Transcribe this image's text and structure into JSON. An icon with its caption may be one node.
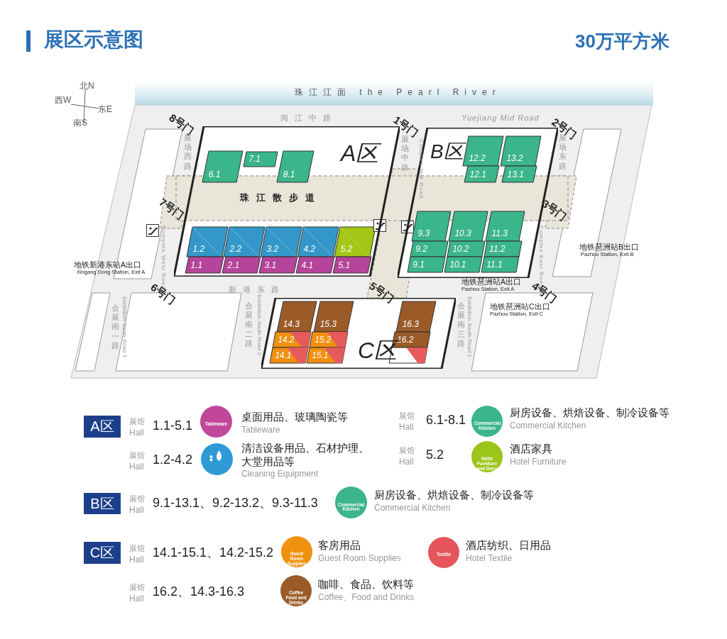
{
  "diagram": {
    "title": "展区示意图",
    "nodes": [
      {
        "text": [
          "珠江江面 the Pearl River"
        ]
      },
      {
        "text": [
          "A区"
        ]
      },
      {
        "text": [
          "6.1"
        ],
        "in": 1
      },
      {
        "text": [
          "7.1"
        ],
        "in": 1
      },
      {
        "text": [
          "8.1"
        ],
        "in": 1
      },
      {
        "text": [
          "B区"
        ]
      },
      {
        "text": [
          "12.2"
        ],
        "in": 5
      },
      {
        "text": [
          "13.2"
        ],
        "in": 5
      },
      {
        "text": [
          "12.1"
        ],
        "in": 5
      },
      {
        "text": [
          "13.1"
        ],
        "in": 5
      },
      {
        "text": [
          "珠江散步道"
        ]
      },
      {
        "text": [
          "1.2"
        ],
        "in": 1
      },
      {
        "text": [
          "2.2"
        ],
        "in": 1
      },
      {
        "text": [
          "3.2"
        ],
        "in": 1
      },
      {
        "text": [
          "4.2"
        ],
        "in": 1
      },
      {
        "text": [
          "5.2"
        ],
        "in": 1
      },
      {
        "text": [
          "1.1"
        ],
        "in": 1
      },
      {
        "text": [
          "2.1"
        ],
        "in": 1
      },
      {
        "text": [
          "3.1"
        ],
        "in": 1
      },
      {
        "text": [
          "4.1"
        ],
        "in": 1
      },
      {
        "text": [
          "5.1"
        ],
        "in": 1
      },
      {
        "text": [
          "9.3"
        ],
        "in": 5
      },
      {
        "text": [
          "10.3"
        ],
        "in": 5
      },
      {
        "text": [
          "11.3"
        ],
        "in": 5
      },
      {
        "text": [
          "9.2"
        ],
        "in": 5
      },
      {
        "text": [
          "10.2"
        ],
        "in": 5
      },
      {
        "text": [
          "11.2"
        ],
        "in": 5
      },
      {
        "text": [
          "9.1"
        ],
        "in": 5
      },
      {
        "text": [
          "10.1"
        ],
        "in": 5
      },
      {
        "text": [
          "11.1"
        ],
        "in": 5
      },
      {
        "text": [
          "C区"
        ]
      },
      {
        "text": [
          "14.3"
        ],
        "in": 30
      },
      {
        "text": [
          "15.3"
        ],
        "in": 30
      },
      {
        "text": [
          "16.3"
        ],
        "in": 30
      },
      {
        "text": [
          "14.2"
        ],
        "in": 30
      },
      {
        "text": [
          "15.2"
        ],
        "in": 30
      },
      {
        "text": [
          "16.2"
        ],
        "in": 30
      },
      {
        "text": [
          "14.1"
        ],
        "in": 30
      },
      {
        "text": [
          "15.1"
        ],
        "in": 30
      },
      {
        "text": [],
        "shape": "box",
        "in": 30
      },
      {
        "text": [
          "A区"
        ]
      },
      {
        "text": [
          "Tableware"
        ]
      },
      {
        "text": [
          "Commercial Kitchen"
        ]
      },
      {
        "text": [],
        "shape": "circle"
      },
      {
        "text": [
          "Hotel Furniture and Deco"
        ]
      },
      {
        "text": [
          "B区"
        ]
      },
      {
        "text": [
          "Commercial Kitchen"
        ]
      },
      {
        "text": [
          "C区"
        ]
      },
      {
        "text": [
          "Guest Room Supplies"
        ]
      },
      {
        "text": [
          "Textile"
        ]
      },
      {
        "text": [
          "Coffee Food and Drinks"
        ]
      }
    ],
    "labels": [
      "30万平方米",
      "北N",
      "西W",
      "东E",
      "南S",
      "阅江中路",
      "Yuejiang Mid Road",
      "8号门",
      "1号门",
      "2号门",
      "展场西路",
      "展场中路",
      "Complex Mid Road",
      "展场东路",
      "7号门",
      "3号门",
      "Complex West Road",
      "Complex East Road",
      "地铁琶洲站B出口",
      "Pazhou Station, Exit B",
      "地铁新港东站A出口",
      "Xingang Dong Station, Exit A",
      "地铁琶洲站A出口",
      "Pazhou Station, Exit A",
      "6号门",
      "新港东路",
      "5号门",
      "4号门",
      "地铁琶洲站C出口",
      "Pazhou Station, Exit C",
      "会展南一路",
      "Exhibition South Road 3",
      "会展南二路",
      "Exhibition South Road 2",
      "会展南三路",
      "Exhibition South Road 1",
      "展馆",
      "Hall",
      "1.1-5.1",
      "桌面用品、玻璃陶瓷等",
      "Tableware",
      "展馆",
      "Hall",
      "6.1-8.1",
      "厨房设备、烘焙设备、制冷设备等",
      "Commercial Kitchen",
      "展馆",
      "Hall",
      "1.2-4.2",
      "清洁设备用品、石材护理、大堂用品等",
      "Cleaning Equipment",
      "展馆",
      "Hall",
      "5.2",
      "酒店家具",
      "Hotel Furniture",
      "展馆",
      "Hall",
      "9.1-13.1、9.2-13.2、9.3-11.3",
      "厨房设备、烘焙设备、制冷设备等",
      "Commercial Kitchen",
      "展馆",
      "Hall",
      "14.1-15.1、14.2-15.2",
      "客房用品",
      "Guest Room Supplies",
      "酒店纺织、日用品",
      "Hotel Textile",
      "展馆",
      "Hall",
      "16.2、14.3-16.3",
      "咖啡、食品、饮料等",
      "Coffee、Food and Drinks"
    ]
  }
}
